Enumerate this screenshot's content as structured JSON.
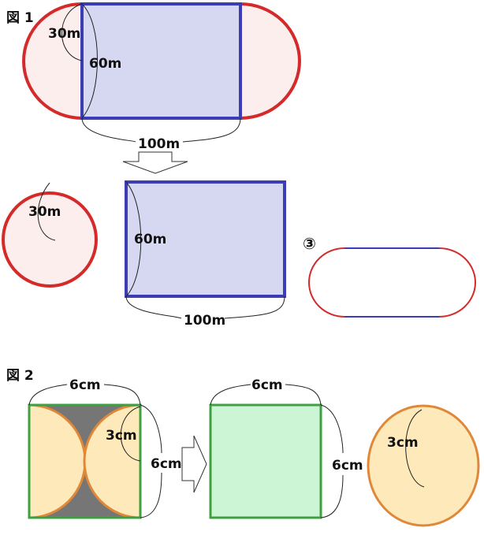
{
  "figure1": {
    "title": "図 1",
    "radius_label": "30m",
    "height_label": "60m",
    "width_label": "100m",
    "circle_radius_label": "30m",
    "rect_height_label": "60m",
    "rect_width_label": "100m",
    "marker": "③"
  },
  "figure2": {
    "title": "図 2",
    "top_width_label": "6cm",
    "radius_label": "3cm",
    "side_label": "6cm",
    "square_top_label": "6cm",
    "square_side_label": "6cm",
    "circle_radius_label": "3cm"
  },
  "colors": {
    "red": "#d42a2a",
    "pink_fill": "#fdeeee",
    "blue": "#3c3cb4",
    "blue_fill": "#d6d8f2",
    "green": "#3ea040",
    "green_fill": "#ccf5d6",
    "orange": "#e0883a",
    "yellow_fill": "#fde9b9",
    "gray": "#767676"
  }
}
